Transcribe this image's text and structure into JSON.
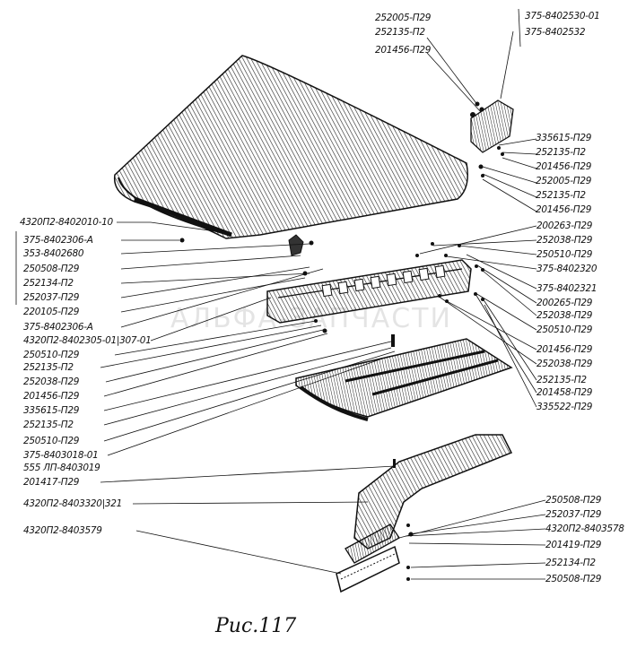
{
  "figure_caption": "Рис.117",
  "watermark": "АЛЬФА-ЗАПЧАСТИ",
  "labels": {
    "l1": "252005-П29",
    "l2": "252135-П2",
    "l3": "201456-П29",
    "l4": "375-8402530-01",
    "l5": "375-8402532",
    "l6": "335615-П29",
    "l7": "252135-П2",
    "l8": "201456-П29",
    "l9": "252005-П29",
    "l10": "252135-П2",
    "l11": "201456-П29",
    "l12": "4320П2-8402010-10",
    "l13": "375-8402306-А",
    "l14": "353-8402680",
    "l15": "250508-П29",
    "l16": "252134-П2",
    "l17": "252037-П29",
    "l18": "220105-П29",
    "l19": "375-8402306-А",
    "l20": "4320П2-8402305-01|307-01",
    "l21": "250510-П29",
    "l22": "252135-П2",
    "l23": "252038-П29",
    "l24": "201456-П29",
    "l25": "335615-П29",
    "l26": "252135-П2",
    "l27": "250510-П29",
    "l28": "375-8403018-01",
    "l29": "555 ЛП-8403019",
    "l30": "201417-П29",
    "l31": "4320П2-8403320|321",
    "l32": "4320П2-8403579",
    "r1": "200263-П29",
    "r2": "252038-П29",
    "r3": "250510-П29",
    "r4": "375-8402320",
    "r5": "375-8402321",
    "r6": "200265-П29",
    "r7": "252038-П29",
    "r8": "250510-П29",
    "r9": "201456-П29",
    "r10": "252038-П29",
    "r11": "252135-П2",
    "r12": "201458-П29",
    "r13": "335522-П29",
    "r14": "250508-П29",
    "r15": "252037-П29",
    "r16": "4320П2-8403578",
    "r17": "201419-П29",
    "r18": "252134-П2",
    "r19": "250508-П29"
  }
}
